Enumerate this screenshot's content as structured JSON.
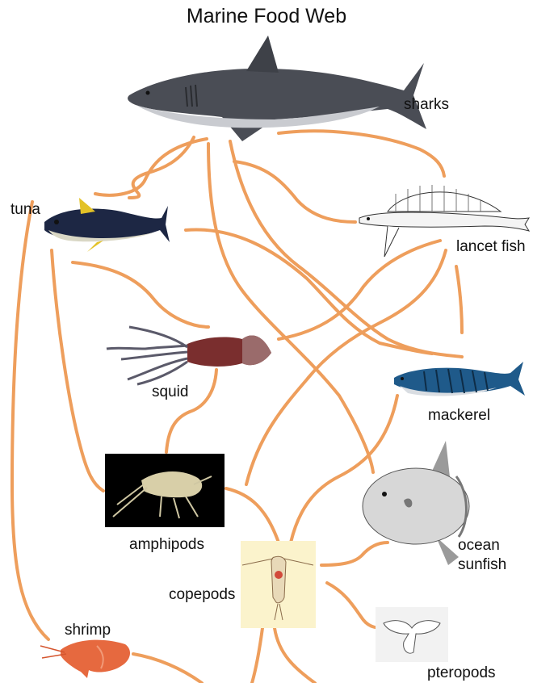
{
  "title": "Marine Food Web",
  "organisms": {
    "sharks": "sharks",
    "tuna": "tuna",
    "lancet_fish": "lancet fish",
    "squid": "squid",
    "mackerel": "mackerel",
    "amphipods": "amphipods",
    "ocean_sunfish": [
      "ocean",
      "sunfish"
    ],
    "copepods": "copepods",
    "shrimp": "shrimp",
    "pteropods": "pteropods"
  },
  "colors": {
    "link": "#ee9e5c",
    "shark_body": "#4a4d55",
    "background": "#ffffff"
  },
  "icons": [
    "shark-illustration",
    "tuna-illustration",
    "lancet-fish-illustration",
    "squid-illustration",
    "mackerel-illustration",
    "amphipod-photo",
    "sunfish-illustration",
    "copepod-illustration",
    "shrimp-illustration",
    "pteropod-illustration"
  ]
}
